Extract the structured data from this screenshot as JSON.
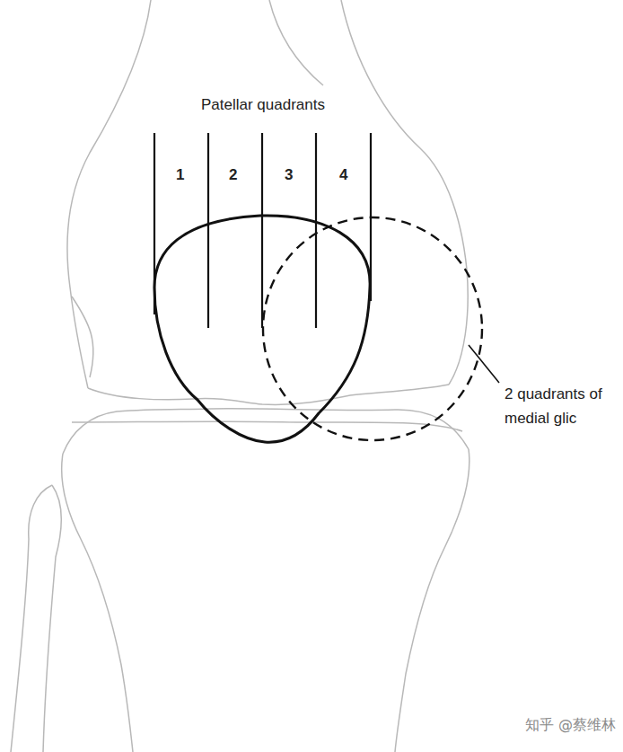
{
  "diagram": {
    "labels": [
      "Patellar quadrants",
      "1",
      "2",
      "3",
      "4",
      "2 quadrants of medial glic",
      "知乎 @蔡维林"
    ]
  }
}
